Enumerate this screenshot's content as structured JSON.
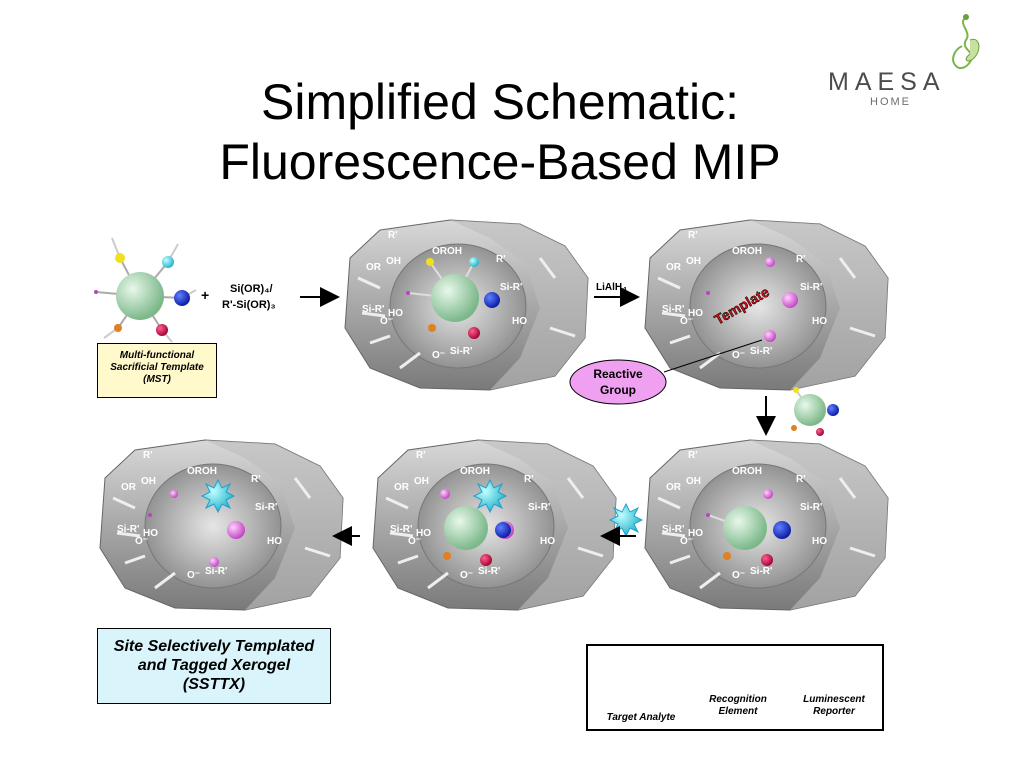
{
  "title_line1": "Simplified Schematic:",
  "title_line2": "Fluorescence-Based MIP",
  "logo": {
    "word": "MAESA",
    "sub": "HOME"
  },
  "reagent": {
    "line1": "Si(OR)₄/",
    "line2": "R'-Si(OR)₃"
  },
  "plus": "+",
  "reducer": "LiAlH₄",
  "template_tag": "Template",
  "reactive_group": {
    "line1": "Reactive",
    "line2": "Group"
  },
  "mst_box": {
    "line1": "Multi-functional",
    "line2": "Sacrificial Template",
    "line3": "(MST)"
  },
  "sstx_box": {
    "line1": "Site Selectively Templated",
    "line2": "and Tagged Xerogel",
    "line3": "(SSTTX)"
  },
  "legend": {
    "target": "Target Analyte",
    "recognition_1": "Recognition",
    "recognition_2": "Element",
    "reporter_1": "Luminescent",
    "reporter_2": "Reporter"
  },
  "xerogel_labels": {
    "r": "R'",
    "oroh": "OROH",
    "or": "OR",
    "oh": "OH",
    "ominus": "O⁻",
    "sir": "Si-R'",
    "ho": "HO",
    "rho_r": "R'",
    "rho_ho": "HO"
  },
  "colors": {
    "sphere": "#a8d8b0",
    "blue": "#1030c0",
    "pink": "#e060d8",
    "red": "#d0104a",
    "cyan": "#40d8e8",
    "orange": "#e08020",
    "yellow": "#f0e020",
    "reactive_fill": "#f0a0f0",
    "gel": "#9a9a9a"
  }
}
